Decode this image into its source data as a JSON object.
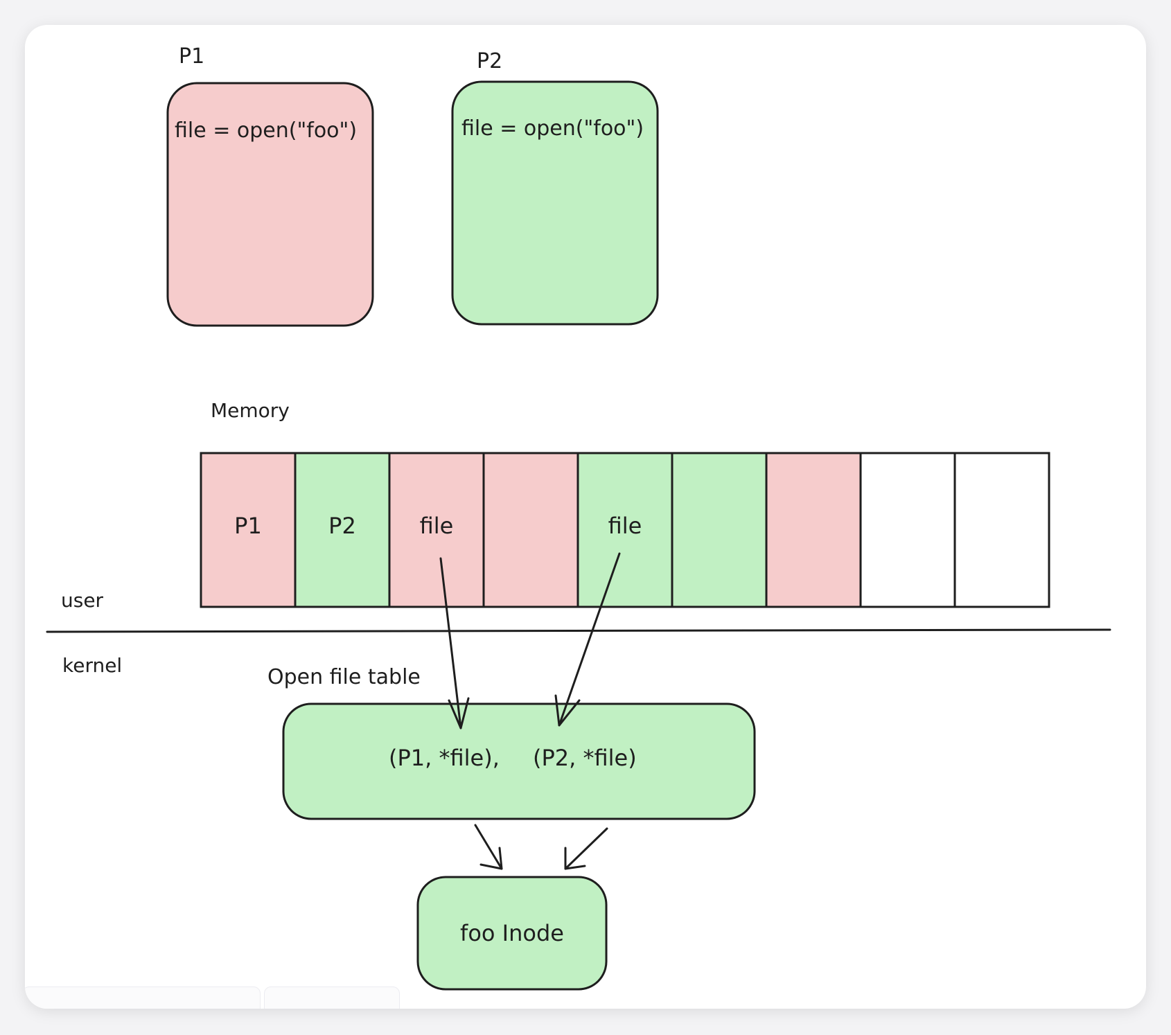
{
  "processes": {
    "p1": {
      "title": "P1",
      "code": "file = open(\"foo\")"
    },
    "p2": {
      "title": "P2",
      "code": "file = open(\"foo\")"
    }
  },
  "memory": {
    "title": "Memory",
    "cells": [
      {
        "label": "P1",
        "owner": "p1"
      },
      {
        "label": "P2",
        "owner": "p2"
      },
      {
        "label": "file",
        "owner": "p1"
      },
      {
        "label": "",
        "owner": "p1"
      },
      {
        "label": "file",
        "owner": "p2"
      },
      {
        "label": "",
        "owner": "p2"
      },
      {
        "label": "",
        "owner": "p1"
      },
      {
        "label": "",
        "owner": "none"
      },
      {
        "label": "",
        "owner": "none"
      }
    ]
  },
  "regions": {
    "user": "user",
    "kernel": "kernel"
  },
  "open_file_table": {
    "title": "Open file table",
    "entry1": "(P1, *file),",
    "entry2": "(P2, *file)"
  },
  "inode": {
    "label": "foo Inode"
  },
  "colors": {
    "p1_fill": "#f6cccc",
    "p2_fill": "#c1f0c3",
    "empty_fill": "#ffffff",
    "stroke": "#1e1e1e"
  }
}
